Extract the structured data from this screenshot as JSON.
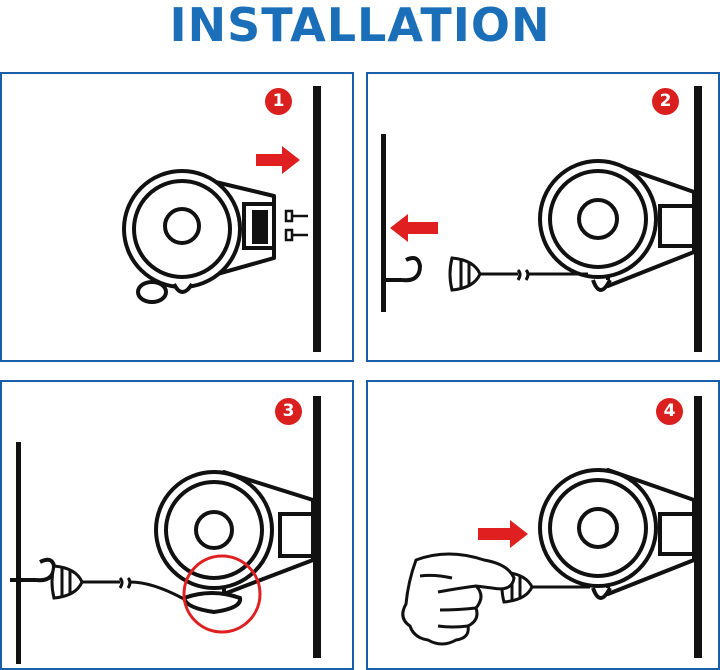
{
  "title": "INSTALLATION",
  "colors": {
    "title": "#1a6fb8",
    "panel_border": "#1a5ea8",
    "badge": "#d9201e",
    "arrow": "#e02020",
    "line": "#111111"
  },
  "steps": [
    {
      "number": "1",
      "icons": [
        "reel-icon",
        "screws-icon",
        "right-arrow-icon",
        "wall-icon"
      ]
    },
    {
      "number": "2",
      "icons": [
        "reel-icon",
        "hook-icon",
        "left-arrow-icon",
        "wall-icon"
      ]
    },
    {
      "number": "3",
      "icons": [
        "reel-icon",
        "hook-icon",
        "highlight-circle-icon",
        "wall-icon"
      ]
    },
    {
      "number": "4",
      "icons": [
        "reel-icon",
        "hand-icon",
        "right-arrow-icon",
        "wall-icon"
      ]
    }
  ]
}
